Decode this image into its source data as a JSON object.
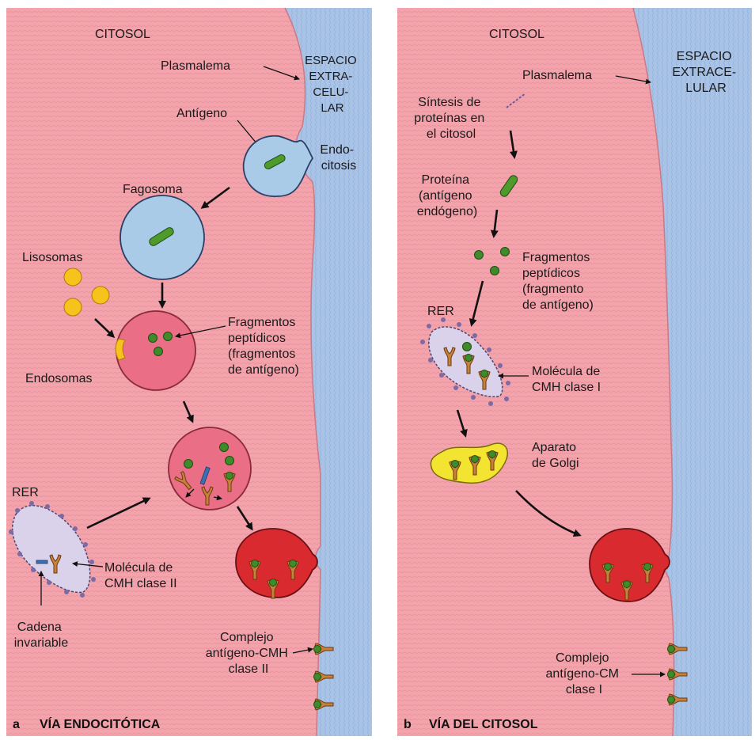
{
  "colors": {
    "cytosol": "#f2a3ab",
    "extracellular": "#a9c3e6",
    "vesicle_blue": "#a9cbe8",
    "vesicle_pink": "#ea6e86",
    "vesicle_red": "#d92b2f",
    "lysosome": "#f6c21c",
    "golgi": "#f2e430",
    "rer": "#d9d2ea",
    "ribosome": "#7a6aa6",
    "antigen": "#4e9b2c",
    "mhc": "#c7823a"
  },
  "panel_a": {
    "letter": "a",
    "title": "VÍA ENDOCITÓTICA",
    "citosol": "CITOSOL",
    "plasmalema": "Plasmalema",
    "extracellular": [
      "ESPACIO",
      "EXTRA-",
      "CELU-",
      "LAR"
    ],
    "antigeno": "Antígeno",
    "endocitosis": [
      "Endo-",
      "citosis"
    ],
    "fagosoma": "Fagosoma",
    "lisosomas": "Lisosomas",
    "fragmentos": [
      "Fragmentos",
      "peptídicos",
      "(fragmentos",
      "de antígeno)"
    ],
    "endosomas": "Endosomas",
    "rer": "RER",
    "molecula": [
      "Molécula de",
      "CMH clase II"
    ],
    "cadena": [
      "Cadena",
      "invariable"
    ],
    "complejo": [
      "Complejo",
      "antígeno-CMH",
      "clase II"
    ]
  },
  "panel_b": {
    "letter": "b",
    "title": "VÍA DEL CITOSOL",
    "citosol": "CITOSOL",
    "plasmalema": "Plasmalema",
    "extracellular": [
      "ESPACIO",
      "EXTRACE-",
      "LULAR"
    ],
    "sintesis": [
      "Síntesis de",
      "proteínas en",
      "el citosol"
    ],
    "proteina": [
      "Proteína",
      "(antígeno",
      "endógeno)"
    ],
    "fragmentos": [
      "Fragmentos",
      "peptídicos",
      "(fragmento",
      "de antígeno)"
    ],
    "rer": "RER",
    "molecula": [
      "Molécula de",
      "CMH clase I"
    ],
    "golgi": [
      "Aparato",
      "de Golgi"
    ],
    "complejo": [
      "Complejo",
      "antígeno-CM",
      "clase I"
    ]
  }
}
